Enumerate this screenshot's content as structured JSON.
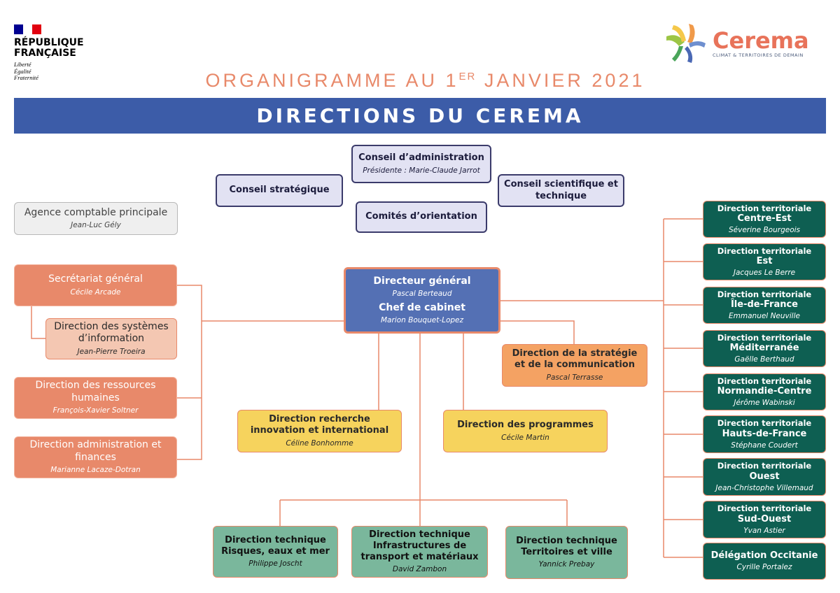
{
  "header": {
    "rf_logo": {
      "line1": "RÉPUBLIQUE",
      "line2": "FRANÇAISE",
      "motto": [
        "Liberté",
        "Égalité",
        "Fraternité"
      ]
    },
    "cerema_logo": {
      "name": "Cerema",
      "tagline": "CLIMAT & TERRITOIRES DE DEMAIN"
    },
    "title_pre": "ORGANIGRAMME AU 1",
    "title_sup": "ER",
    "title_post": " JANVIER 2021",
    "band": "DIRECTIONS DU CEREMA"
  },
  "colors": {
    "band": "#3c5ca8",
    "accent": "#e8896a",
    "territorial": "#0e5f52",
    "technical": "#7ab79c",
    "programmes": "#f6d35d",
    "strategy": "#f4a263",
    "dg": "#5470b4"
  },
  "boxes": {
    "ca": {
      "title": "Conseil d’administration",
      "person": "Présidente : Marie-Claude Jarrot"
    },
    "cs": {
      "title": "Conseil stratégique"
    },
    "cst": {
      "title": "Conseil scientifique et technique"
    },
    "co": {
      "title": "Comités d’orientation"
    },
    "acp": {
      "title": "Agence comptable principale",
      "person": "Jean-Luc Gély"
    },
    "sg": {
      "title": "Secrétariat général",
      "person": "Cécile Arcade"
    },
    "dsi": {
      "title": "Direction des systèmes d’information",
      "person": "Jean-Pierre Troeira"
    },
    "drh": {
      "title": "Direction des ressources humaines",
      "person": "François-Xavier Soltner"
    },
    "daf": {
      "title": "Direction administration et finances",
      "person": "Marianne Lacaze-Dotran"
    },
    "dg": {
      "title": "Directeur général",
      "person": "Pascal Berteaud",
      "title2": "Chef de cabinet",
      "person2": "Marion Bouquet-Lopez"
    },
    "dsc": {
      "title": "Direction de la stratégie et de la communication",
      "person": "Pascal Terrasse"
    },
    "dri": {
      "title": "Direction recherche innovation et international",
      "person": "Céline Bonhomme"
    },
    "dp": {
      "title": "Direction des programmes",
      "person": "Cécile Martin"
    },
    "dtr": {
      "title": "Direction technique Risques, eaux et mer",
      "person": "Philippe Joscht"
    },
    "dti": {
      "title": "Direction technique Infrastructures de transport et matériaux",
      "person": "David Zambon"
    },
    "dtt": {
      "title": "Direction technique Territoires et ville",
      "person": "Yannick Prebay"
    }
  },
  "territorial": [
    {
      "kicker": "Direction territoriale",
      "title": "Centre-Est",
      "person": "Séverine Bourgeois"
    },
    {
      "kicker": "Direction territoriale",
      "title": "Est",
      "person": "Jacques Le Berre"
    },
    {
      "kicker": "Direction territoriale",
      "title": "Île-de-France",
      "person": "Emmanuel Neuville"
    },
    {
      "kicker": "Direction territoriale",
      "title": "Méditerranée",
      "person": "Gaëlle Berthaud"
    },
    {
      "kicker": "Direction territoriale",
      "title": "Normandie-Centre",
      "person": "Jérôme Wabinski"
    },
    {
      "kicker": "Direction territoriale",
      "title": "Hauts-de-France",
      "person": "Stéphane Coudert"
    },
    {
      "kicker": "Direction territoriale",
      "title": "Ouest",
      "person": "Jean-Christophe Villemaud"
    },
    {
      "kicker": "Direction territoriale",
      "title": "Sud-Ouest",
      "person": "Yvan Astier"
    },
    {
      "title": "Délégation Occitanie",
      "person": "Cyrille Portalez"
    }
  ]
}
